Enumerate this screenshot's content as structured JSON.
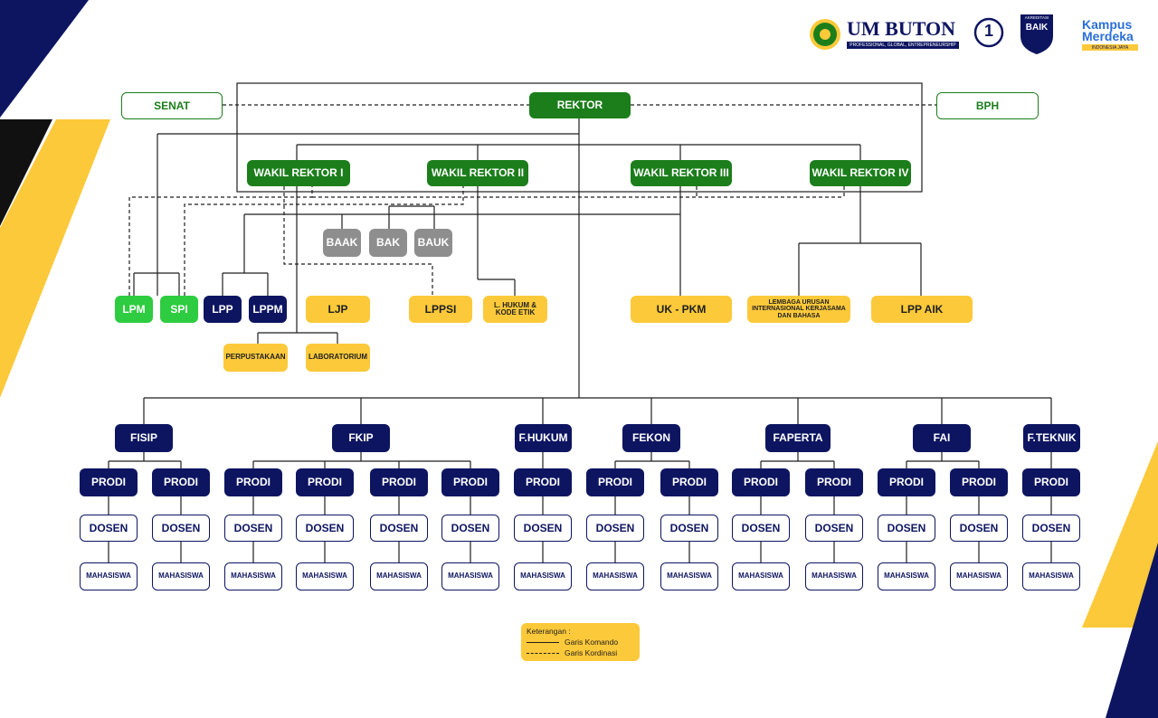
{
  "header": {
    "brand": "UM BUTON",
    "tagline": "PROFESSIONAL, GLOBAL, ENTREPRENEURSHIP",
    "rank": "1",
    "baik_top": "AKREDITASI",
    "baik": "BAIK",
    "kampus": "Kampus",
    "merdeka": "Merdeka",
    "indonesia_jaya": "INDONESIA JAYA"
  },
  "colors": {
    "green": "#1b7e1b",
    "light_green": "#2ecc40",
    "navy": "#0d1561",
    "yellow": "#fcc93a",
    "gray": "#8e8e8e"
  },
  "top": {
    "senat": "SENAT",
    "rektor": "REKTOR",
    "bph": "BPH"
  },
  "wakil": [
    "WAKIL REKTOR I",
    "WAKIL REKTOR II",
    "WAKIL REKTOR III",
    "WAKIL REKTOR IV"
  ],
  "biro": [
    "BAAK",
    "BAK",
    "BAUK"
  ],
  "lembaga": {
    "lpm": "LPM",
    "spi": "SPI",
    "lpp": "LPP",
    "lppm": "LPPM",
    "ljp": "LJP",
    "lppsi": "LPPSI",
    "lhukum": "L. HUKUM & KODE ETIK",
    "ukpkm": "UK - PKM",
    "luikb": "LEMBAGA URUSAN INTERNASIONAL KERJASAMA DAN BAHASA",
    "lppaik": "LPP AIK",
    "perpustakaan": "PERPUSTAKAAN",
    "laboratorium": "LABORATORIUM"
  },
  "faculties": [
    "FISIP",
    "FKIP",
    "F.HUKUM",
    "FEKON",
    "FAPERTA",
    "FAI",
    "F.TEKNIK"
  ],
  "unit_labels": {
    "prodi": "PRODI",
    "dosen": "DOSEN",
    "mahasiswa": "MAHASISWA"
  },
  "legend": {
    "title": "Keterangan  :",
    "solid": "Garis Komando",
    "dashed": "Garis Kordinasi"
  }
}
